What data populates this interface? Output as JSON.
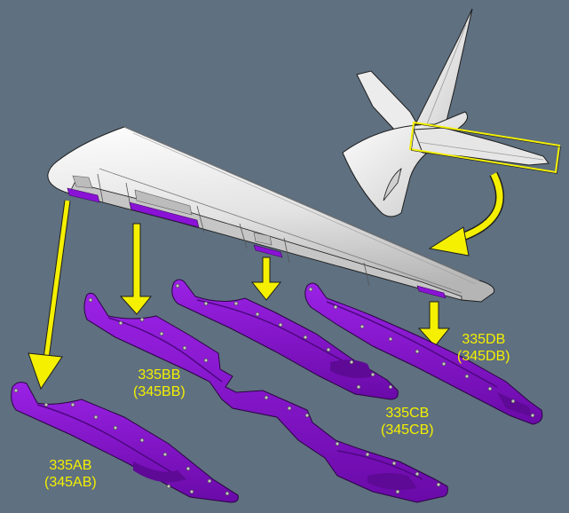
{
  "diagram": {
    "colors": {
      "background": "#5f7080",
      "panel": "#8a12d6",
      "panel_dark": "#5e0a96",
      "arrow": "#f4f000",
      "wing_light": "#f2f2f2",
      "wing_shade": "#b9b9b9",
      "outline": "#1d1d1d"
    },
    "parts": [
      {
        "code": "335AB",
        "alt": "(345AB)"
      },
      {
        "code": "335BB",
        "alt": "(345BB)"
      },
      {
        "code": "335CB",
        "alt": "(345CB)"
      },
      {
        "code": "335DB",
        "alt": "(345DB)"
      }
    ]
  }
}
